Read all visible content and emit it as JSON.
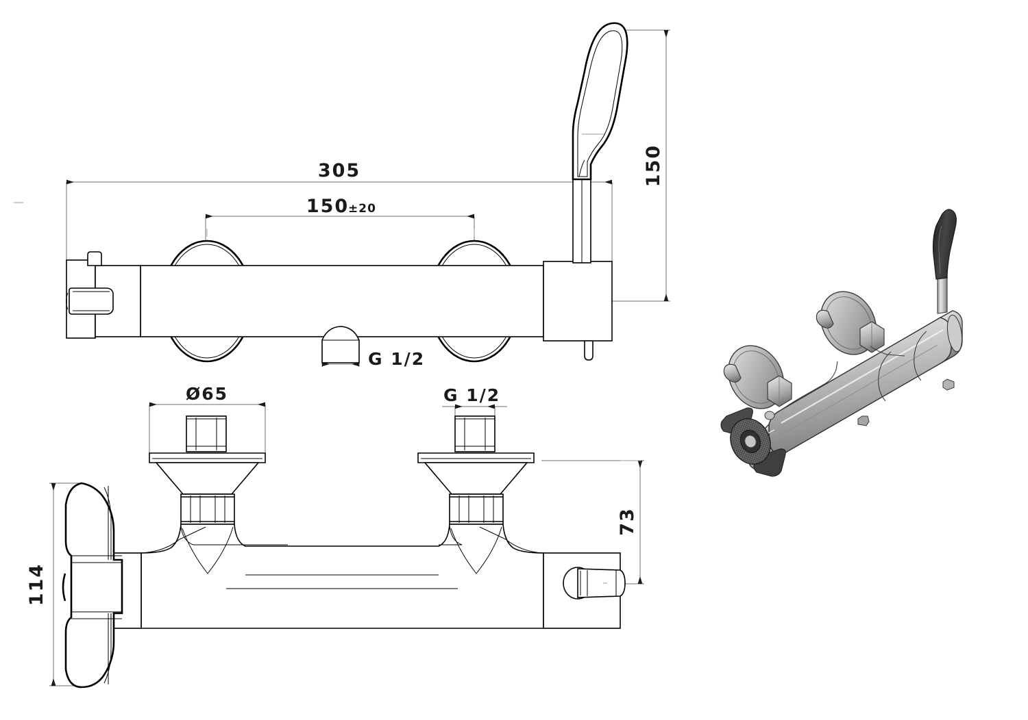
{
  "drawing": {
    "title": "Thermostatic wall-mounted shower mixer — dimensioned technical drawing",
    "units": "mm",
    "background_color": "#ffffff",
    "line_color": "#000000",
    "dimension_line_color": "#6e6e6e",
    "text_color": "#1a1a1a"
  },
  "views": {
    "top": {
      "name": "top-view",
      "label": ""
    },
    "front": {
      "name": "front-elevation-view",
      "label": ""
    },
    "iso": {
      "name": "isometric-3d-view",
      "label": ""
    }
  },
  "dimensions": {
    "overall_width": "305",
    "centers": "150",
    "centers_tolerance": "±20",
    "lever_height": "150",
    "escutcheon_diameter": "Ø65",
    "inlet_thread": "G  1/2",
    "outlet_thread": "G  1/2",
    "handle_height": "114",
    "projection_depth": "73"
  },
  "callouts": [
    {
      "id": "dim-305",
      "text": "305",
      "orientation": "horizontal",
      "view": "top"
    },
    {
      "id": "dim-150-tol",
      "text": "150",
      "suffix": "±20",
      "orientation": "horizontal",
      "view": "top"
    },
    {
      "id": "dim-150-v",
      "text": "150",
      "orientation": "vertical",
      "view": "top"
    },
    {
      "id": "dim-g12-top",
      "text": "G  1/2",
      "orientation": "horizontal",
      "view": "top"
    },
    {
      "id": "dim-d65",
      "text": "Ø65",
      "orientation": "horizontal",
      "view": "front"
    },
    {
      "id": "dim-g12-front",
      "text": "G  1/2",
      "orientation": "horizontal",
      "view": "front"
    },
    {
      "id": "dim-114",
      "text": "114",
      "orientation": "vertical",
      "view": "front"
    },
    {
      "id": "dim-73",
      "text": "73",
      "orientation": "vertical",
      "view": "front"
    }
  ],
  "iso_colors": {
    "chrome_light": "#e6e6e6",
    "chrome_mid": "#b9b9b9",
    "chrome_dark": "#8d8d8d",
    "chrome_shadow": "#6a6a6a",
    "handle_dark": "#4a4a4a",
    "handle_darkest": "#2f2f2f"
  }
}
